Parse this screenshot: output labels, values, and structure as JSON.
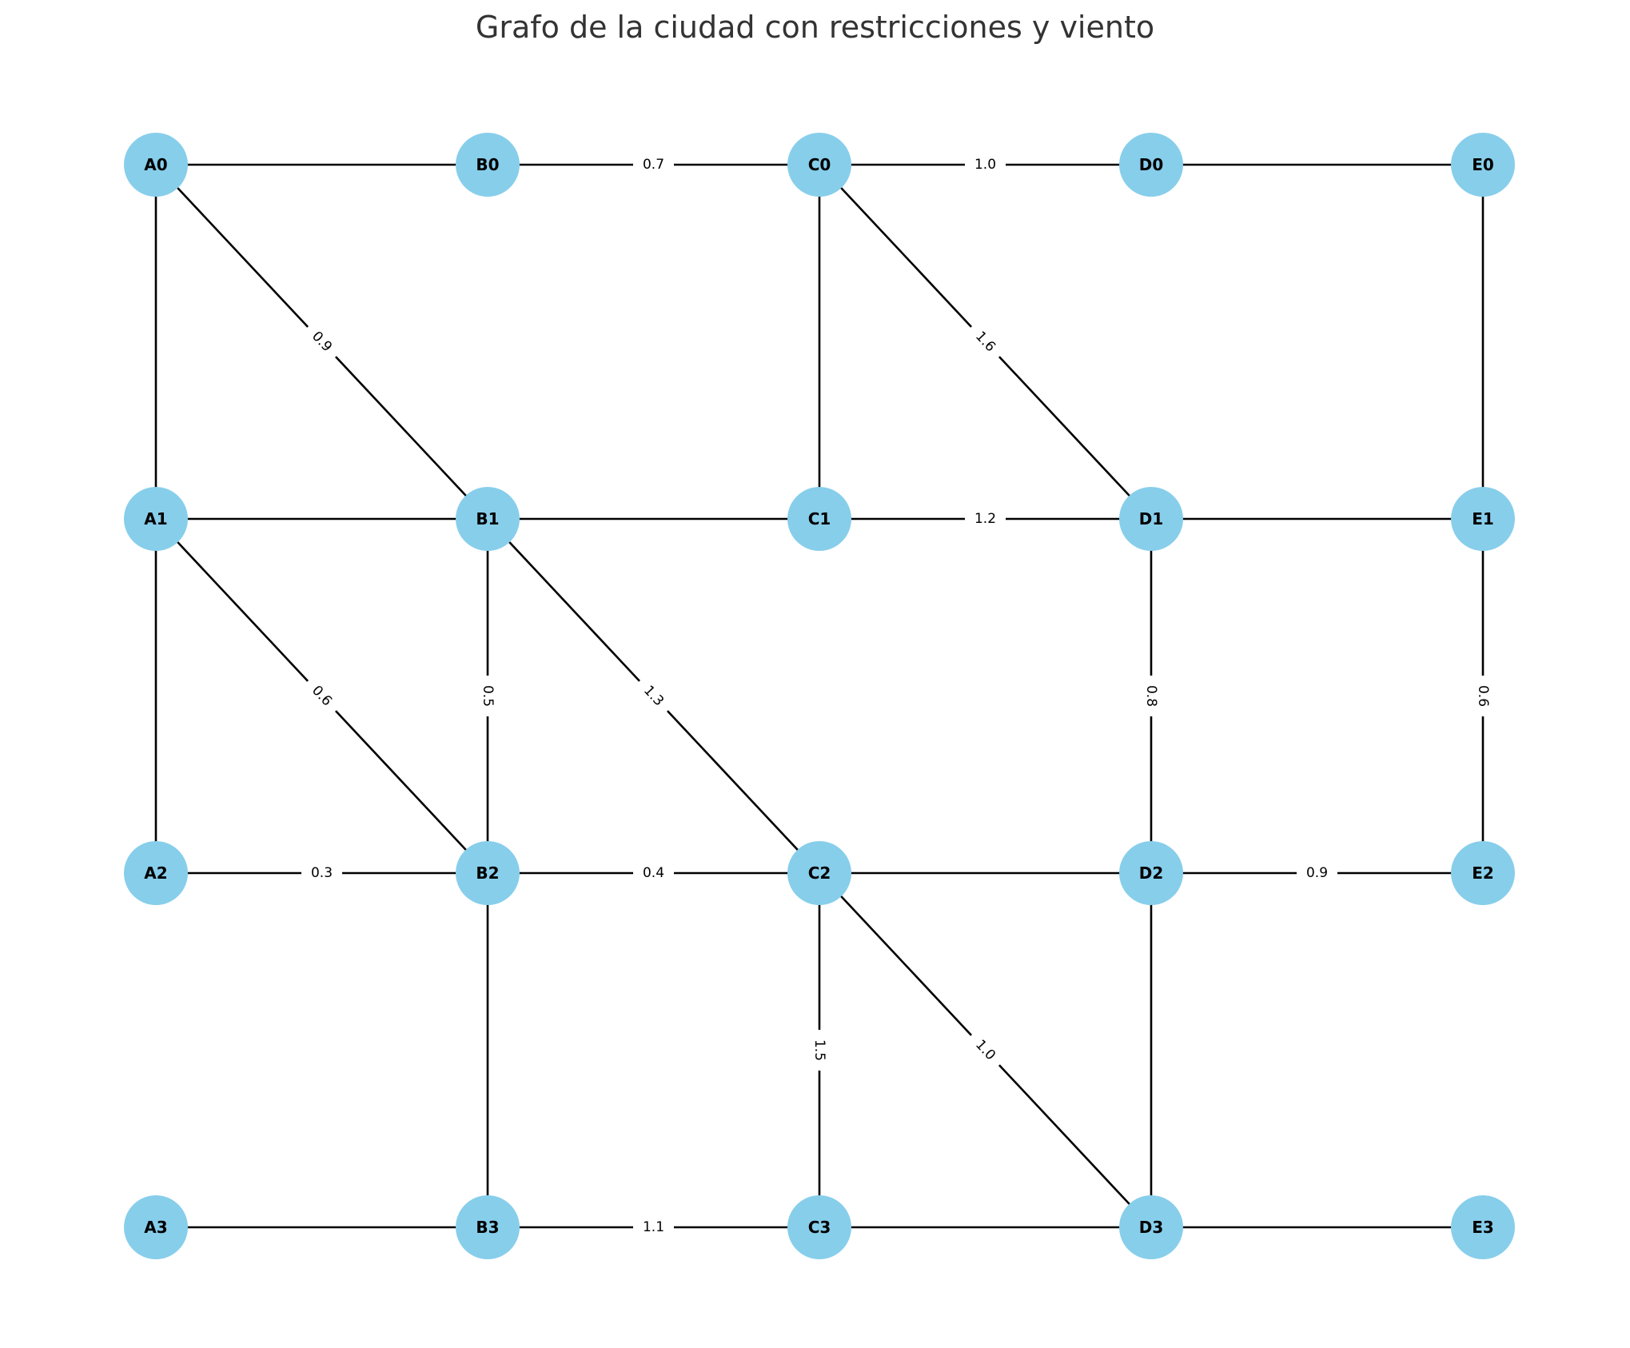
{
  "title": "Grafo de la ciudad con restricciones y viento",
  "colors": {
    "node": "#87ceeb",
    "edge": "#000000",
    "title": "#333333"
  },
  "nodes": [
    {
      "id": "A0",
      "label": "A0"
    },
    {
      "id": "B0",
      "label": "B0"
    },
    {
      "id": "C0",
      "label": "C0"
    },
    {
      "id": "D0",
      "label": "D0"
    },
    {
      "id": "E0",
      "label": "E0"
    },
    {
      "id": "A1",
      "label": "A1"
    },
    {
      "id": "B1",
      "label": "B1"
    },
    {
      "id": "C1",
      "label": "C1"
    },
    {
      "id": "D1",
      "label": "D1"
    },
    {
      "id": "E1",
      "label": "E1"
    },
    {
      "id": "A2",
      "label": "A2"
    },
    {
      "id": "B2",
      "label": "B2"
    },
    {
      "id": "C2",
      "label": "C2"
    },
    {
      "id": "D2",
      "label": "D2"
    },
    {
      "id": "E2",
      "label": "E2"
    },
    {
      "id": "A3",
      "label": "A3"
    },
    {
      "id": "B3",
      "label": "B3"
    },
    {
      "id": "C3",
      "label": "C3"
    },
    {
      "id": "D3",
      "label": "D3"
    },
    {
      "id": "E3",
      "label": "E3"
    }
  ],
  "edges": [
    {
      "from": "A0",
      "to": "B0",
      "label": ""
    },
    {
      "from": "B0",
      "to": "C0",
      "label": "0.7"
    },
    {
      "from": "C0",
      "to": "D0",
      "label": "1.0"
    },
    {
      "from": "D0",
      "to": "E0",
      "label": ""
    },
    {
      "from": "A0",
      "to": "A1",
      "label": ""
    },
    {
      "from": "A0",
      "to": "B1",
      "label": "0.9"
    },
    {
      "from": "C0",
      "to": "C1",
      "label": ""
    },
    {
      "from": "C0",
      "to": "D1",
      "label": "1.6"
    },
    {
      "from": "E0",
      "to": "E1",
      "label": ""
    },
    {
      "from": "A1",
      "to": "B1",
      "label": ""
    },
    {
      "from": "B1",
      "to": "C1",
      "label": ""
    },
    {
      "from": "C1",
      "to": "D1",
      "label": "1.2"
    },
    {
      "from": "D1",
      "to": "E1",
      "label": ""
    },
    {
      "from": "A1",
      "to": "A2",
      "label": ""
    },
    {
      "from": "A1",
      "to": "B2",
      "label": "0.6"
    },
    {
      "from": "B1",
      "to": "B2",
      "label": "0.5"
    },
    {
      "from": "B1",
      "to": "C2",
      "label": "1.3"
    },
    {
      "from": "D1",
      "to": "D2",
      "label": "0.8"
    },
    {
      "from": "E1",
      "to": "E2",
      "label": "0.6"
    },
    {
      "from": "A2",
      "to": "B2",
      "label": "0.3"
    },
    {
      "from": "B2",
      "to": "C2",
      "label": "0.4"
    },
    {
      "from": "C2",
      "to": "D2",
      "label": ""
    },
    {
      "from": "D2",
      "to": "E2",
      "label": "0.9"
    },
    {
      "from": "B2",
      "to": "B3",
      "label": ""
    },
    {
      "from": "C2",
      "to": "C3",
      "label": "1.5"
    },
    {
      "from": "C2",
      "to": "D3",
      "label": "1.0"
    },
    {
      "from": "D2",
      "to": "D3",
      "label": ""
    },
    {
      "from": "A3",
      "to": "B3",
      "label": ""
    },
    {
      "from": "B3",
      "to": "C3",
      "label": "1.1"
    },
    {
      "from": "C3",
      "to": "D3",
      "label": ""
    },
    {
      "from": "D3",
      "to": "E3",
      "label": ""
    }
  ]
}
